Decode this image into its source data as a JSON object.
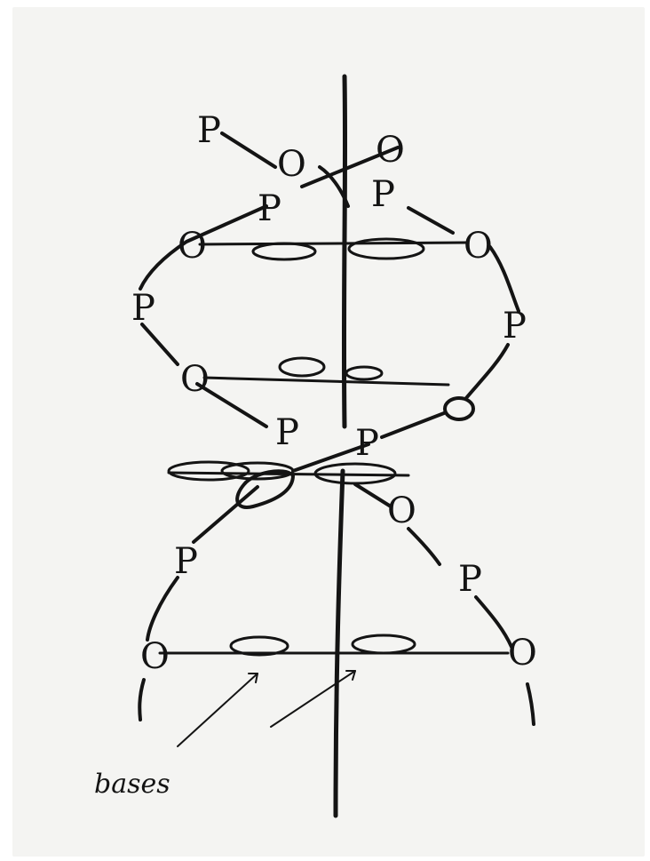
{
  "sketch": {
    "phosphate_label": "P",
    "sugar_label": "O",
    "caption": "bases",
    "ink_color": "#141414",
    "paper_color": "#f4f4f2"
  }
}
